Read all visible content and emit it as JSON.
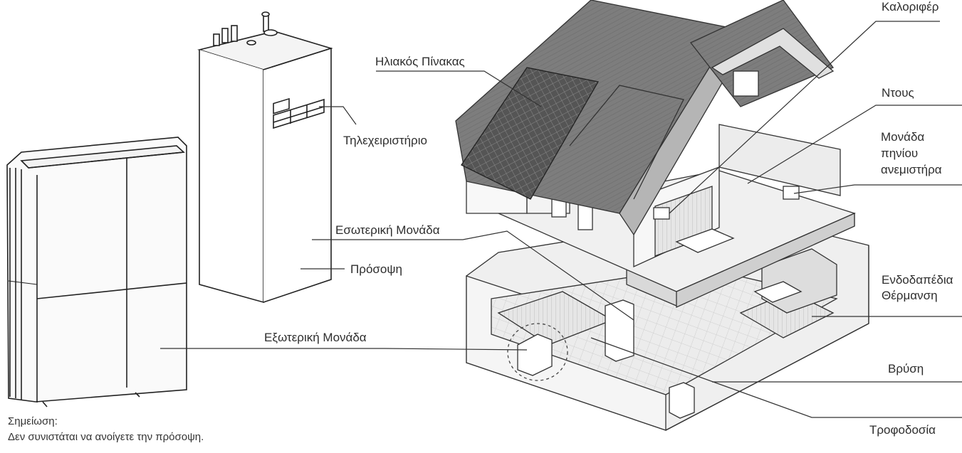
{
  "labels": {
    "solar_panel": "Ηλιακός Πίνακας",
    "remote_controller": "Τηλεχειριστήριο",
    "indoor_unit": "Εσωτερική Μονάδα",
    "front_panel": "Πρόσοψη",
    "outdoor_unit": "Εξωτερική Μονάδα",
    "radiator": "Καλοριφέρ",
    "shower": "Ντους",
    "fan_coil_line1": "Μονάδα",
    "fan_coil_line2": "πηνίου",
    "fan_coil_line3": "ανεμιστήρα",
    "floor_heating_line1": "Ενδοδαπέδια",
    "floor_heating_line2": "Θέρμανση",
    "faucet": "Βρύση",
    "power_supply": "Τροφοδοσία"
  },
  "note": {
    "title": "Σημείωση:",
    "text": "Δεν συνιστάται να ανοίγετε την πρόσοψη."
  }
}
